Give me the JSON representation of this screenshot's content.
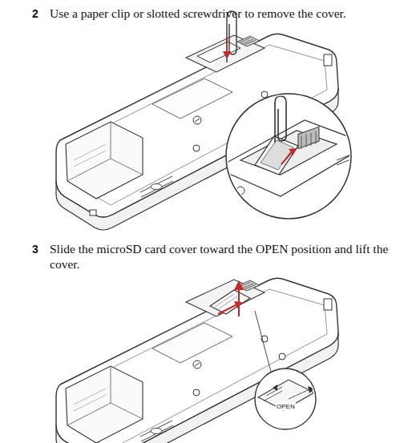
{
  "diagram": {
    "labels": [
      "2",
      "Use a paper clip or slotted screwdriver to remove the cover.",
      "3",
      "Slide the microSD card cover toward the OPEN position and lift the cover.",
      "OPEN"
    ]
  }
}
